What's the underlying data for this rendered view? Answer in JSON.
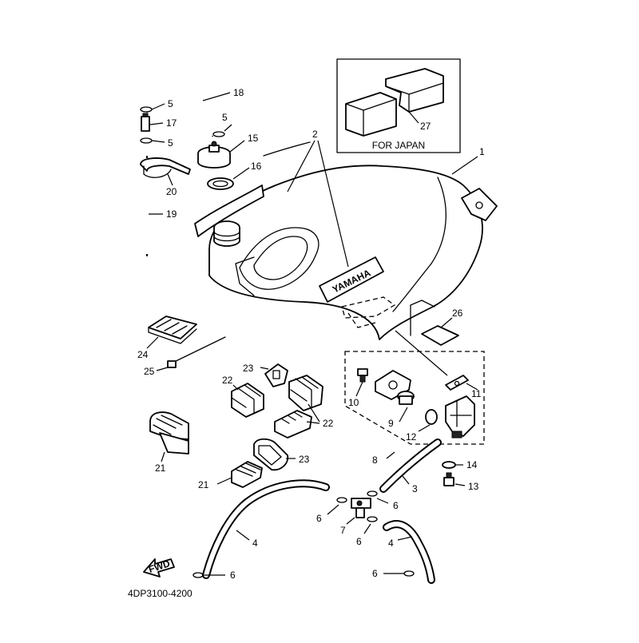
{
  "diagram": {
    "inset_caption": "FOR JAPAN",
    "tank_emblem": "YAMAHA",
    "fwd_arrow_text": "FWD",
    "drawing_code": "4DP3100-4200",
    "callouts": {
      "c1": "1",
      "c2": "2",
      "c3": "3",
      "c4a": "4",
      "c4b": "4",
      "c5a": "5",
      "c5b": "5",
      "c5c": "5",
      "c6a": "6",
      "c6b": "6",
      "c6c": "6",
      "c6d": "6",
      "c6e": "6",
      "c7": "7",
      "c8": "8",
      "c9": "9",
      "c10": "10",
      "c11": "11",
      "c12": "12",
      "c13": "13",
      "c14": "14",
      "c15": "15",
      "c16": "16",
      "c17": "17",
      "c18": "18",
      "c19": "19",
      "c20": "20",
      "c21a": "21",
      "c21b": "21",
      "c22a": "22",
      "c22b": "22",
      "c23a": "23",
      "c23b": "23",
      "c24": "24",
      "c25": "25",
      "c26": "26",
      "c27": "27"
    }
  }
}
